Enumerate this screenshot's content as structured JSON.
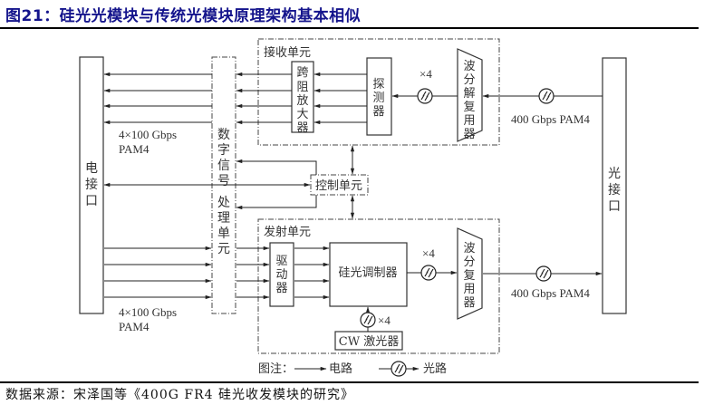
{
  "figure": {
    "title": "图21：硅光光模块与传统光模块原理架构基本相似",
    "source": "数据来源：宋泽国等《400G FR4 硅光收发模块的研究》"
  },
  "diagram": {
    "electrical_interface": [
      "电",
      "接",
      "口"
    ],
    "optical_interface": [
      "光",
      "接",
      "口"
    ],
    "dsp": {
      "label_top": [
        "数",
        "字",
        "信",
        "号"
      ],
      "label_bottom": [
        "处",
        "理",
        "单",
        "元"
      ]
    },
    "control_unit": "控制单元",
    "receiver": {
      "title": "接收单元",
      "tia": [
        "跨",
        "阻",
        "放",
        "大",
        "器"
      ],
      "detector": [
        "探",
        "测",
        "器"
      ],
      "demux": [
        "波",
        "分",
        "解",
        "复",
        "用",
        "器"
      ],
      "multiplier": "×4"
    },
    "transmitter": {
      "title": "发射单元",
      "driver": [
        "驱",
        "动",
        "器"
      ],
      "modulator": "硅光调制器",
      "mux": [
        "波",
        "分",
        "复",
        "用",
        "器"
      ],
      "laser": "CW 激光器",
      "multiplier": "×4",
      "laser_multiplier": "×4"
    },
    "labels": {
      "elec_rx_rate": "4×100 Gbps",
      "elec_rx_mod": "PAM4",
      "elec_tx_rate": "4×100 Gbps",
      "elec_tx_mod": "PAM4",
      "opt_rx": "400 Gbps PAM4",
      "opt_tx": "400 Gbps PAM4"
    },
    "legend": {
      "title": "图注：",
      "electrical": "电路",
      "optical": "光路"
    }
  }
}
